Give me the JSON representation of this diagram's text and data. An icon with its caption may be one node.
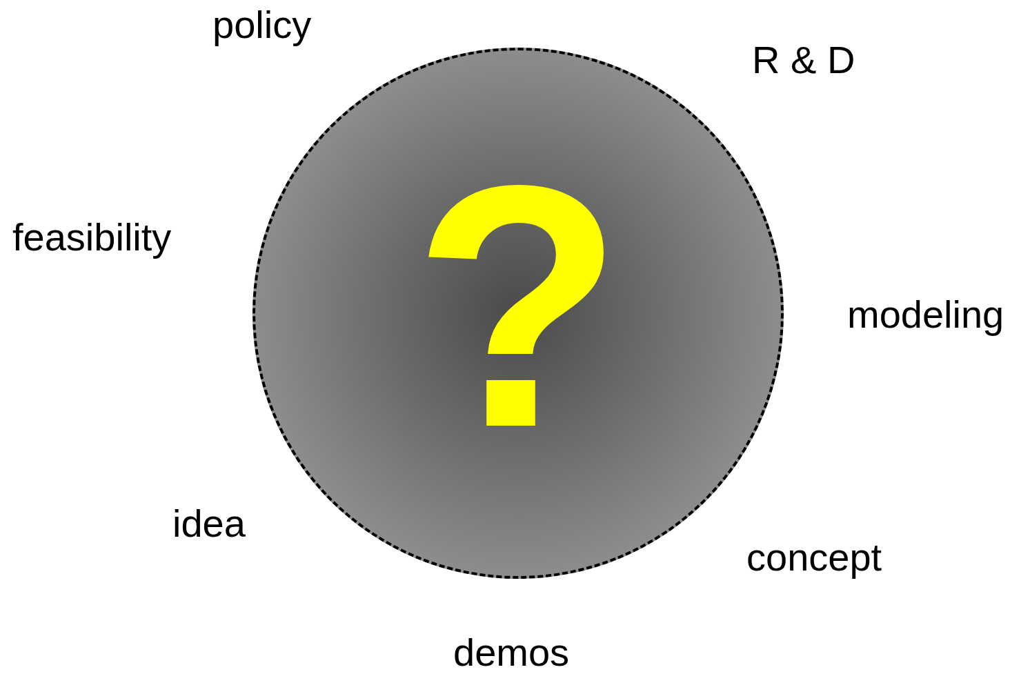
{
  "diagram": {
    "nodes": [
      {
        "text": [
          "?"
        ]
      }
    ],
    "labels": [
      "policy",
      "R & D",
      "feasibility",
      "modeling",
      "idea",
      "concept",
      "demos"
    ]
  }
}
